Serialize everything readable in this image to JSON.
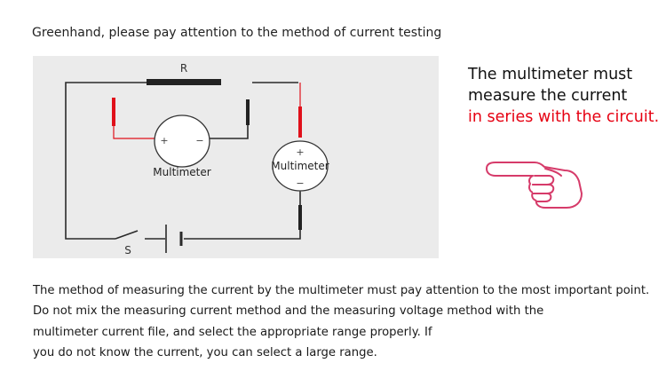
{
  "heading": "Greenhand, please pay attention to the method of current testing",
  "diagram": {
    "resistor_label": "R",
    "switch_label": "S",
    "meter_left": {
      "label": "Multimeter",
      "plus": "+",
      "minus": "−"
    },
    "meter_right": {
      "label": "Multimeter",
      "plus": "+",
      "minus": "−"
    }
  },
  "callout": {
    "line1": "The multimeter must",
    "line2": "measure the current",
    "line3": "in series with the circuit."
  },
  "description": [
    "The method of measuring the current by the multimeter must pay attention to the most important point.",
    "Do not mix the measuring current method and the measuring voltage method with the",
    "multimeter current file, and select the appropriate range properly. If",
    "you do not know the current, you can select a large range."
  ],
  "colors": {
    "panel": "#ebebeb",
    "wire": "#2a2a2a",
    "probe_red": "#e0101a",
    "callout_black": "#111111",
    "callout_red": "#e60012",
    "hand_outline": "#d63b6a"
  },
  "icons": [
    "pointing-hand-icon"
  ]
}
